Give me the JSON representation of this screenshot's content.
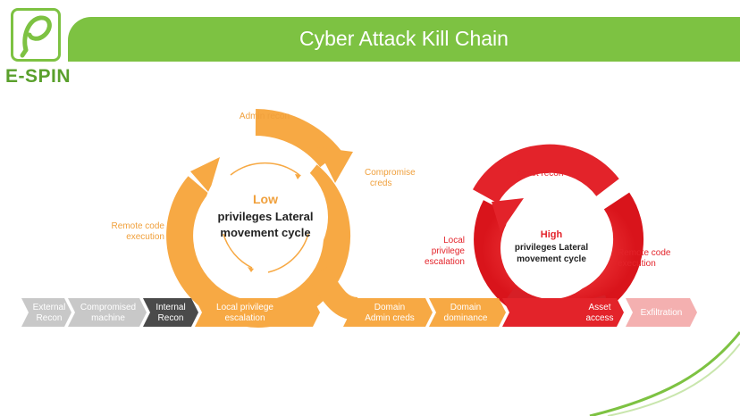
{
  "header": {
    "title": "Cyber Attack Kill Chain",
    "logo_text": "E-SPIN"
  },
  "low_cycle": {
    "center_line1": "Low",
    "center_line2": "privileges Lateral",
    "center_line3": "movement cycle",
    "labels": {
      "admin_recon": "Admin recon",
      "compromise_1": "Compromise",
      "compromise_2": "creds",
      "remote_1": "Remote code",
      "remote_2": "execution"
    }
  },
  "high_cycle": {
    "center_line1": "High",
    "center_line2": "privileges Lateral",
    "center_line3": "movement cycle",
    "labels": {
      "asset_recon": "Asset recon",
      "local_1": "Local",
      "local_2": "privilege",
      "local_3": "escalation",
      "remote_1": "Remote code",
      "remote_2": "execution"
    }
  },
  "chain": [
    {
      "line1": "External",
      "line2": "Recon"
    },
    {
      "line1": "Compromised",
      "line2": "machine"
    },
    {
      "line1": "Internal",
      "line2": "Recon"
    },
    {
      "line1": "Local privilege",
      "line2": "escalation"
    },
    {
      "line1": "Domain",
      "line2": "Admin creds"
    },
    {
      "line1": "Domain",
      "line2": "dominance"
    },
    {
      "line1": "Asset",
      "line2": "access"
    },
    {
      "line1": "Exfiltration",
      "line2": ""
    }
  ],
  "colors": {
    "green": "#7dc242",
    "orange": "#f7a944",
    "orange_text": "#f0a03c",
    "red": "#e3232a",
    "grey": "#c8c8c8",
    "dark_grey": "#4a4a4a",
    "pink": "#f4b0b0"
  }
}
